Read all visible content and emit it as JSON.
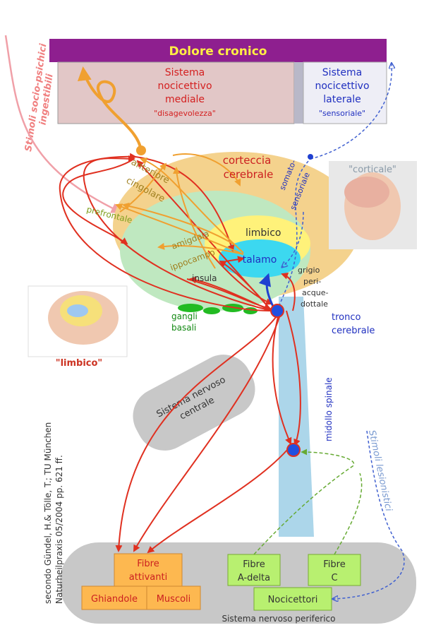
{
  "title": "Dolore cronico",
  "medial_system": {
    "line1": "Sistema",
    "line2": "nocicettivo",
    "line3": "mediale",
    "quote": "\"disagevolezza\""
  },
  "lateral_system": {
    "line1": "Sistema",
    "line2": "nocicettivo",
    "line3": "laterale",
    "quote": "\"sensoriale\""
  },
  "side_stimuli": {
    "line1": "Stimoli socio-psichici",
    "line2": "ingestibili"
  },
  "cortex": {
    "line1": "corteccia",
    "line2": "cerebrale"
  },
  "cortical_label": "\"corticale\"",
  "somatosensory": {
    "line1": "somato-",
    "line2": "sensoriale"
  },
  "anterior_cingulate": {
    "line1": "anteriore",
    "line2": "cingolare"
  },
  "prefrontal": "prefrontale",
  "limbic": "limbico",
  "amygdala": "amigdala",
  "hippocampus": "ippocampo",
  "thalamus": "talamo",
  "insula": "insula",
  "pag": {
    "line1": "grigio",
    "line2": "peri-",
    "line3": "acque-",
    "line4": "dottale"
  },
  "brainstem": {
    "line1": "tronco",
    "line2": "cerebrale"
  },
  "basal_ganglia": {
    "line1": "gangli",
    "line2": "basali"
  },
  "limbic_image_label": "\"limbico\"",
  "cns": {
    "line1": "Sistema nervoso",
    "line2": "centrale"
  },
  "spinal_cord": "midollo spinale",
  "lesion_stimuli": "Stimoli lesionistici",
  "citation": {
    "line1": "secondo Gündel, H.& Tölle, T.; TU München",
    "line2": "Naturheilpraxis 05/2004  pp. 621 ff."
  },
  "pns_label": "Sistema nervoso periferico",
  "boxes": {
    "fibre_attivanti": [
      "Fibre",
      "attivanti"
    ],
    "ghiandole": "Ghiandole",
    "muscoli": "Muscoli",
    "fibre_adelta": [
      "Fibre",
      "A-delta"
    ],
    "fibre_c": [
      "Fibre",
      "C"
    ],
    "nocicettori": "Nocicettori"
  },
  "colors": {
    "title_bar": "#8e1f8f",
    "title_text": "#ffee44",
    "medial_text": "#d42020",
    "lateral_text": "#2030c0",
    "orange_box": "#fdb850",
    "green_box": "#b8f070",
    "red_arrow": "#e03020",
    "orange_arrow": "#f0a030"
  }
}
